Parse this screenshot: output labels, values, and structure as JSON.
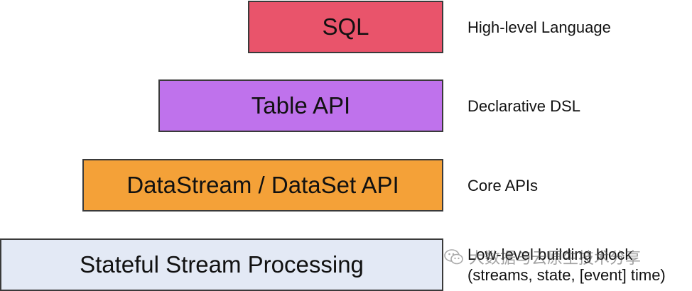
{
  "colors": {
    "sql": "#e9546b",
    "table": "#bf72ec",
    "datastream": "#f4a138",
    "stateful": "#e3e9f5",
    "border": "#3a3a3a"
  },
  "layers": {
    "sql": {
      "label": "SQL",
      "description": "High-level Language"
    },
    "table": {
      "label": "Table API",
      "description": "Declarative DSL"
    },
    "datastream": {
      "label": "DataStream / DataSet API",
      "description": "Core APIs"
    },
    "stateful": {
      "label": "Stateful Stream Processing",
      "description_line1": "Low-level building block",
      "description_line2": "(streams, state, [event] time)"
    }
  },
  "watermark": {
    "icon": "wechat-icon",
    "text": "大数据与云原生技术分享"
  }
}
